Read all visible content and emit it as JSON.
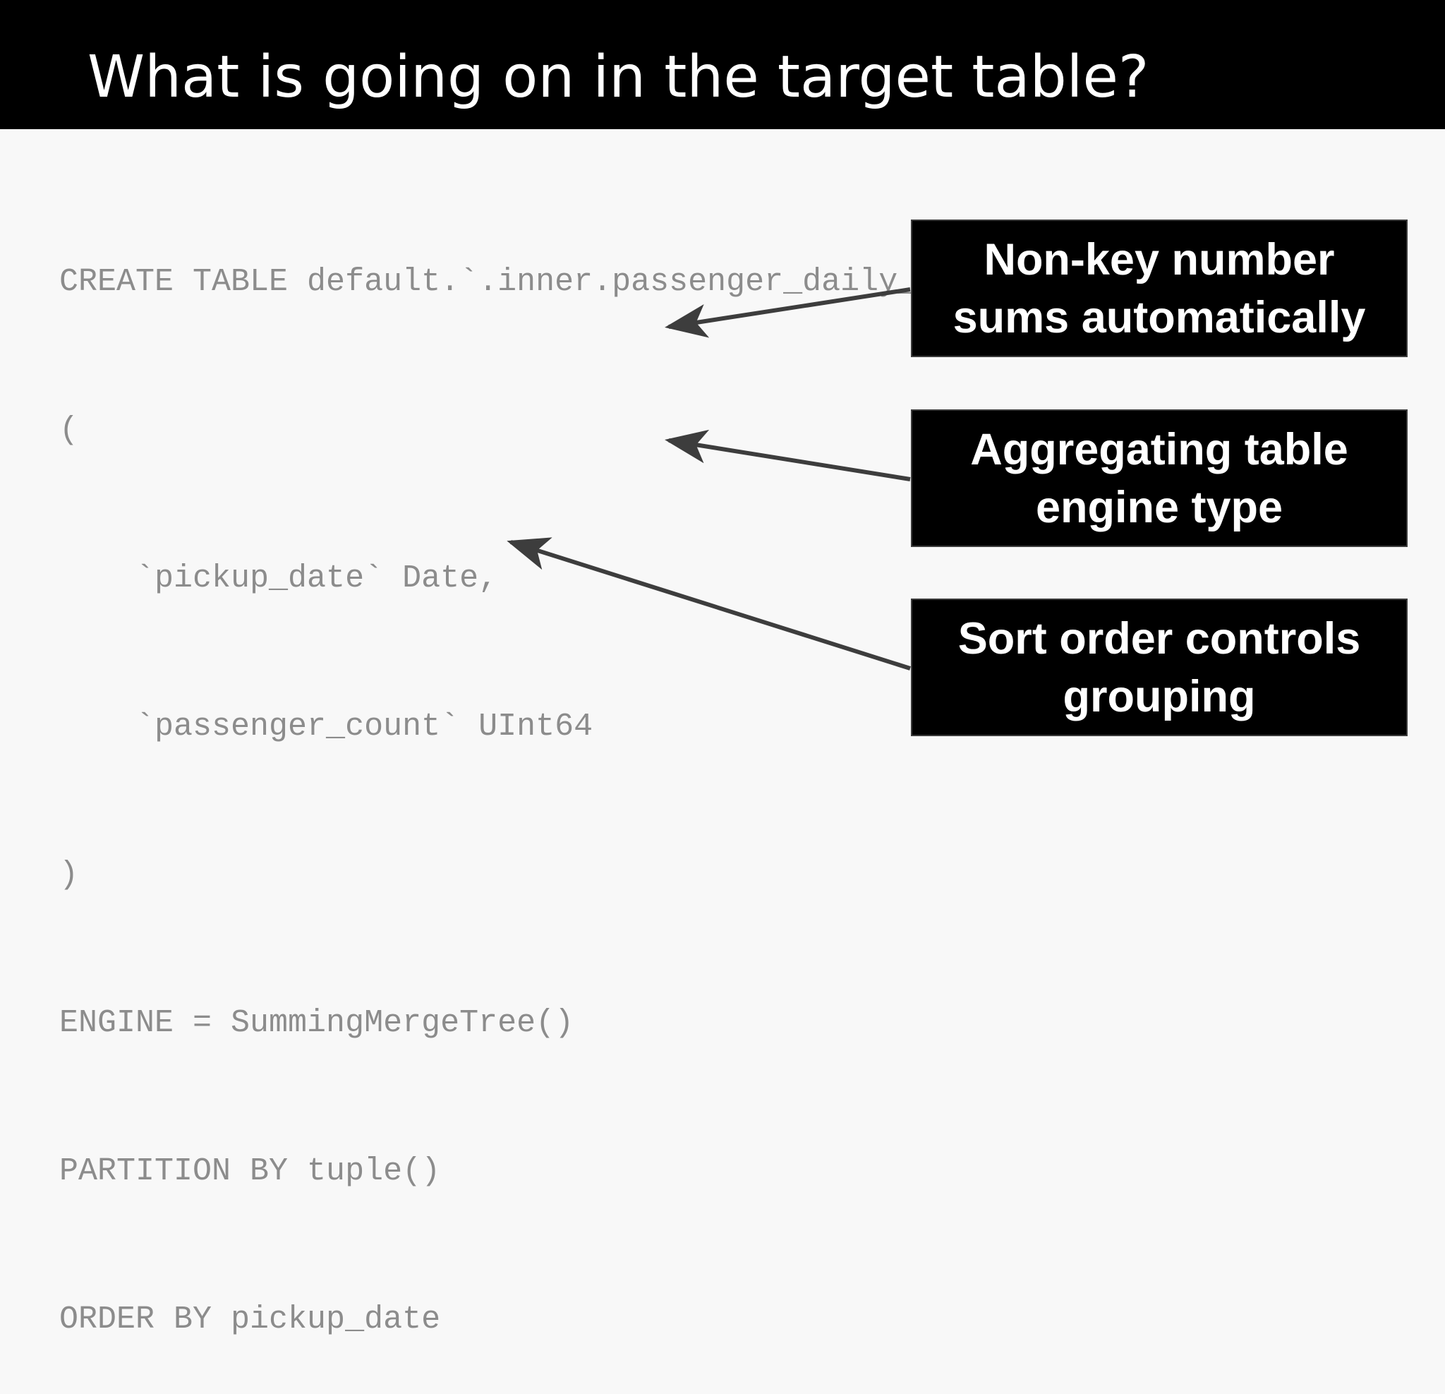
{
  "slide": {
    "title": "What is going on in the target table?"
  },
  "code": {
    "lines": [
      "CREATE TABLE default.`.inner.passenger_daily_mv`",
      "(",
      "    `pickup_date` Date,",
      "    `passenger_count` UInt64",
      ")",
      "ENGINE = SummingMergeTree()",
      "PARTITION BY tuple()",
      "ORDER BY pickup_date"
    ]
  },
  "callouts": [
    {
      "lines": [
        "Non-key number",
        "sums automatically"
      ]
    },
    {
      "lines": [
        "Aggregating table",
        "engine type"
      ]
    },
    {
      "lines": [
        "Sort order controls",
        "grouping"
      ]
    }
  ],
  "colors": {
    "title_bar": "#000000",
    "title_text": "#ffffff",
    "code_text": "#8c8c8c",
    "callout_bg": "#000000",
    "callout_text": "#ffffff",
    "arrow": "#3d3d3d",
    "background": "#f8f8f8"
  }
}
